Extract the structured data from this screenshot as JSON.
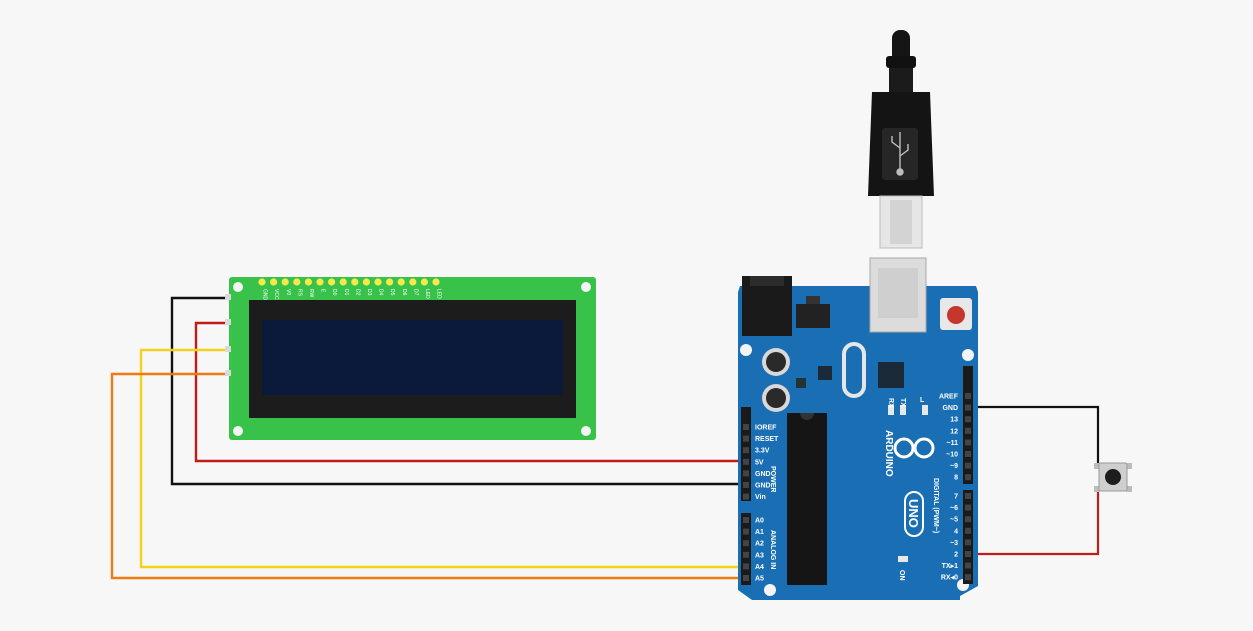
{
  "board": {
    "brand": "ARDUINO",
    "model": "UNO",
    "on_label": "ON",
    "led_labels": [
      "RX",
      "TX",
      "L"
    ],
    "power_header_title": "POWER",
    "analog_header_title": "ANALOG IN",
    "digital_header_title": "DIGITAL (PWM~)",
    "power_pins": [
      "IOREF",
      "RESET",
      "3.3V",
      "5V",
      "GND",
      "GND",
      "Vin"
    ],
    "analog_pins": [
      "A0",
      "A1",
      "A2",
      "A3",
      "A4",
      "A5"
    ],
    "digital_pins_top": [
      "AREF",
      "GND",
      "13",
      "12",
      "~11",
      "~10",
      "~9",
      "8"
    ],
    "digital_pins_bottom": [
      "7",
      "~6",
      "~5",
      "4",
      "~3",
      "2",
      "TX▸1",
      "RX◂0"
    ]
  },
  "lcd": {
    "pin_labels": [
      "GND",
      "VCC",
      "V0",
      "RS",
      "RW",
      "E",
      "D0",
      "D1",
      "D2",
      "D3",
      "D4",
      "D5",
      "D6",
      "D7",
      "LED",
      "LED"
    ]
  },
  "colors": {
    "board_blue": "#1a6fb4",
    "lcd_green": "#39c24a",
    "lcd_screen": "#0b1a3a",
    "wire_black": "#111111",
    "wire_red": "#c01a1a",
    "wire_yellow": "#f2d21b",
    "wire_orange": "#ee7a12"
  },
  "connections": [
    {
      "from": "LCD GND",
      "to": "GND",
      "color": "black"
    },
    {
      "from": "LCD VCC",
      "to": "5V",
      "color": "red"
    },
    {
      "from": "LCD SDA",
      "to": "A4",
      "color": "yellow"
    },
    {
      "from": "LCD SCL",
      "to": "A5",
      "color": "orange"
    },
    {
      "from": "Button",
      "to": "GND",
      "color": "black"
    },
    {
      "from": "Button",
      "to": "2",
      "color": "red"
    }
  ]
}
